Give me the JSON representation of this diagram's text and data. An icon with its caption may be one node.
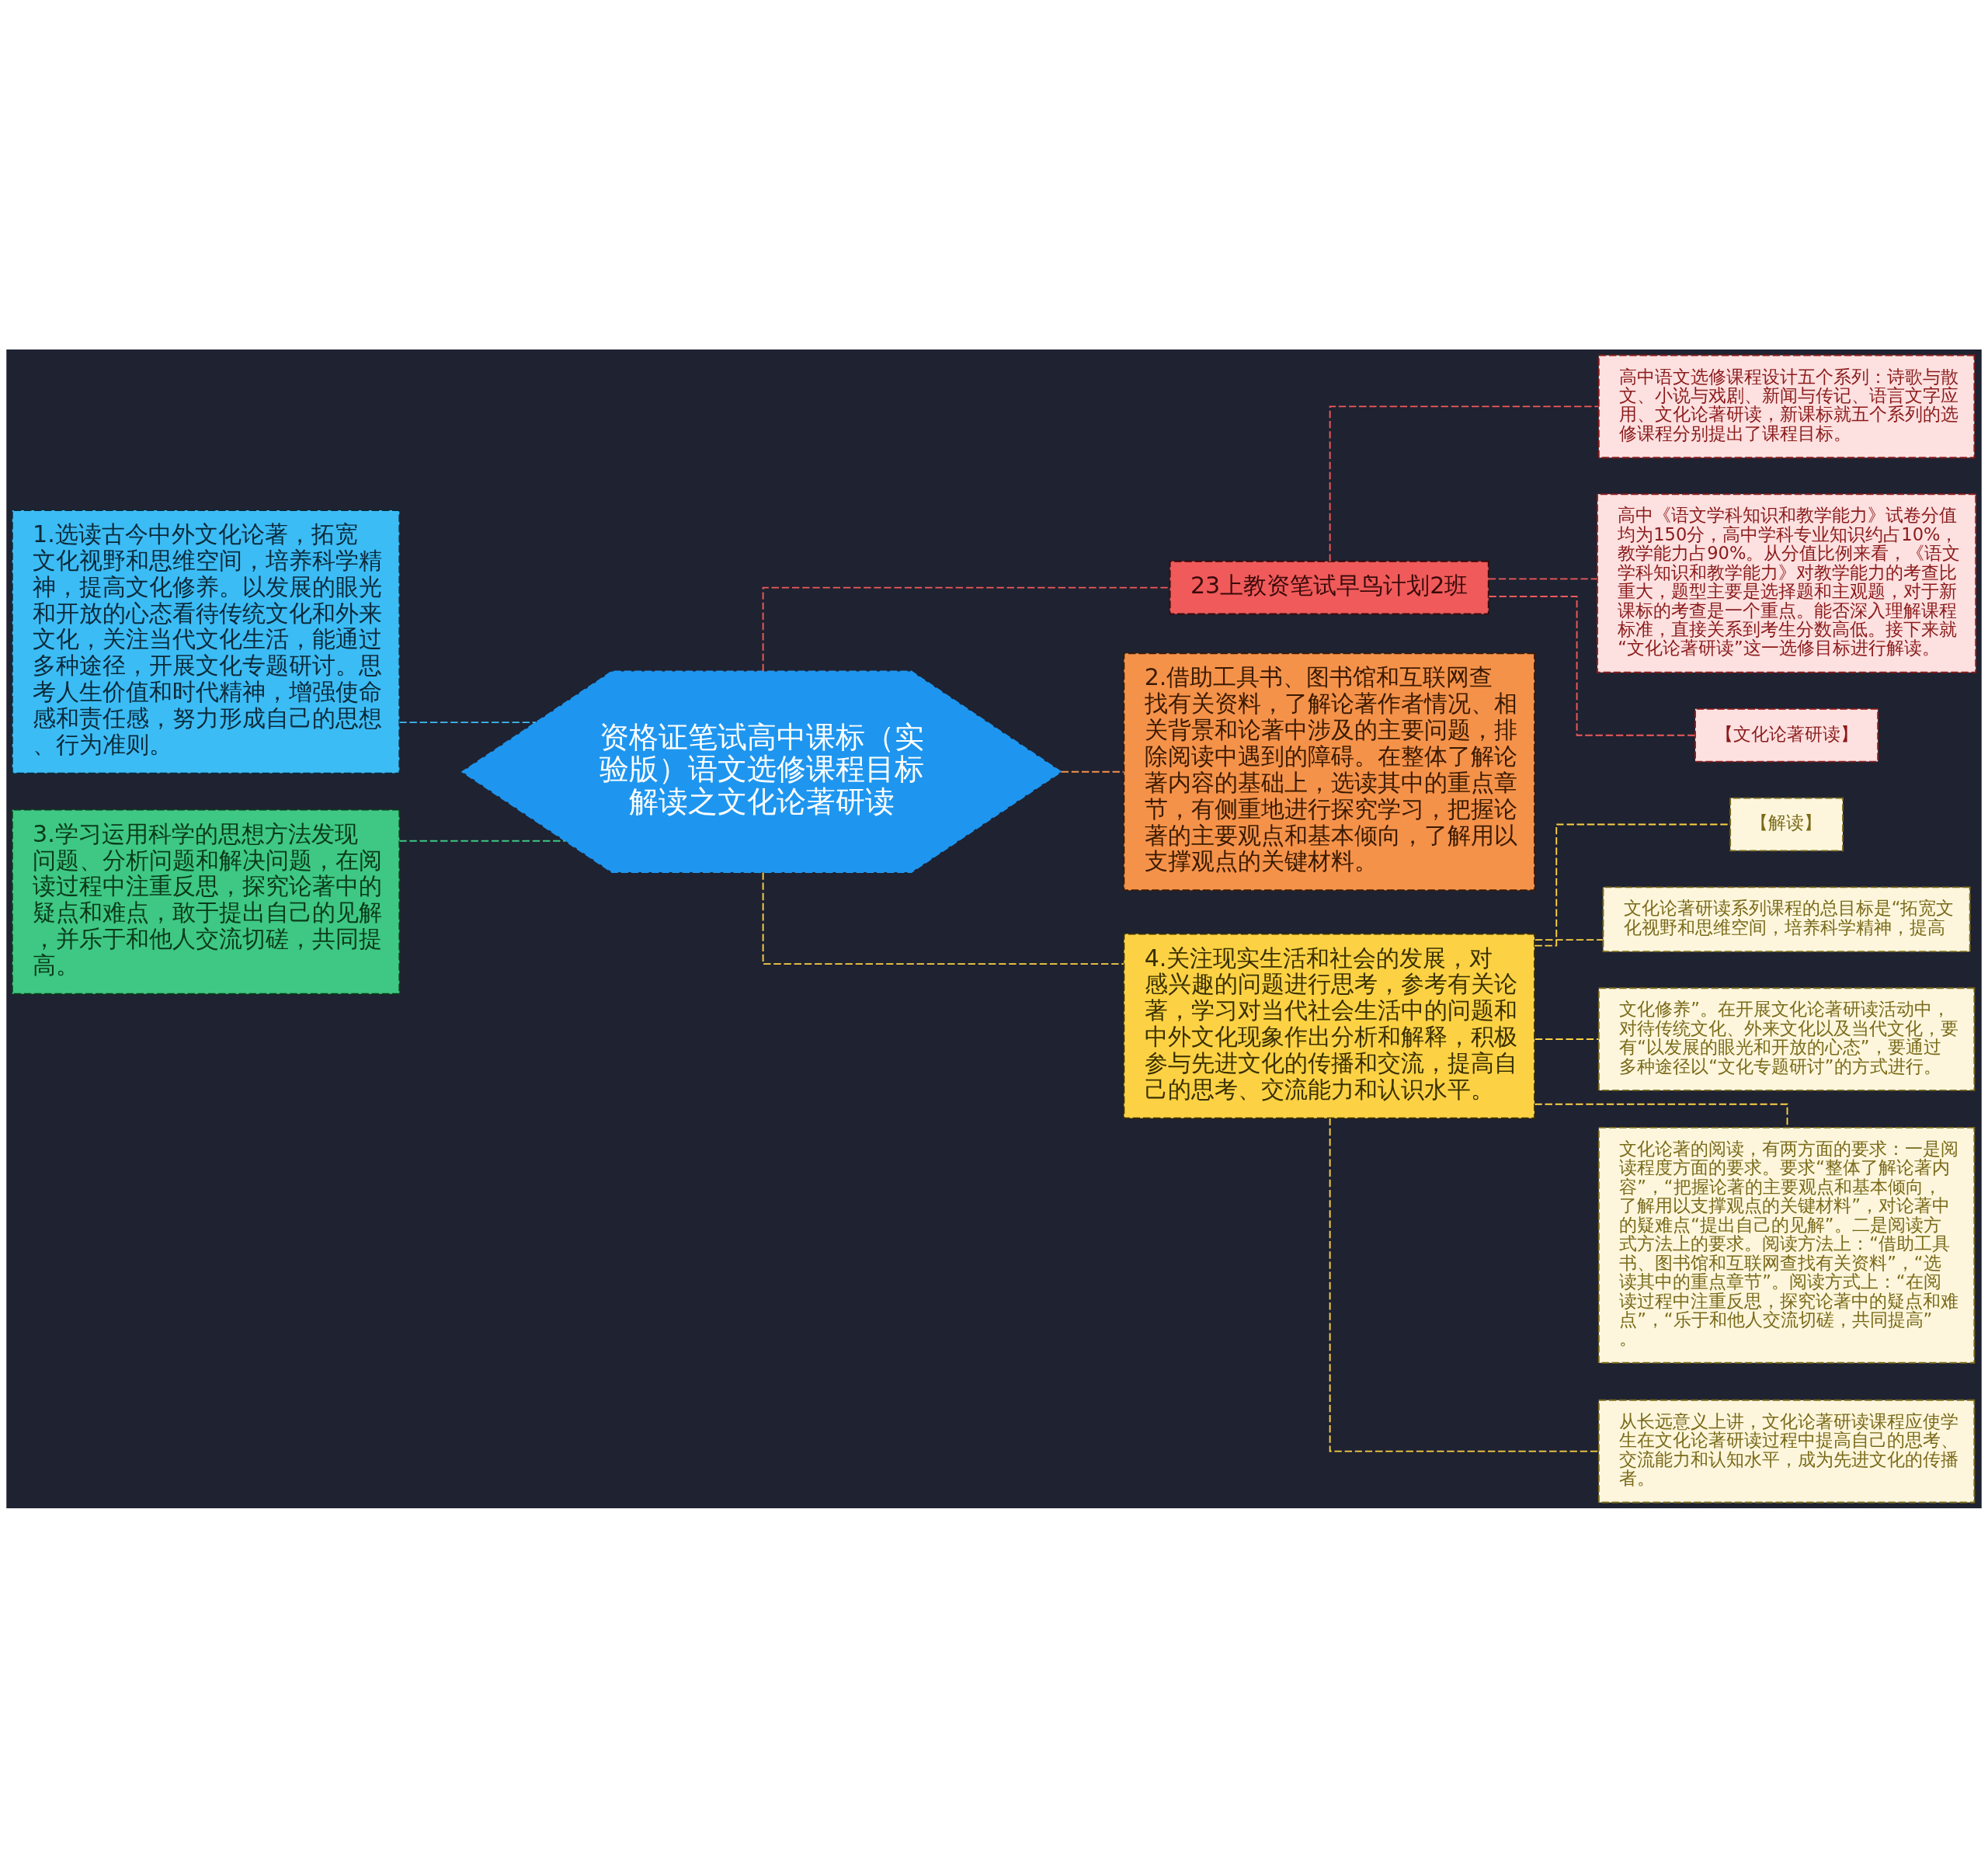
{
  "diagram": {
    "nodes": [
      {
        "text": [
          "资格证笔试高中课标（实验版）语文选修课程目标解读之文化论著研读"
        ]
      },
      {
        "text": [
          "23上教资笔试早鸟计划2班"
        ]
      },
      {
        "text": [
          "高中语文选修课程设计五个系列：诗歌与散文、小说与戏剧、新闻与传记、语言文字应用、文化论著研读，新课标就五个系列的选修课程分别提出了课程目标。"
        ]
      },
      {
        "text": [
          "高中《语文学科知识和教学能力》试卷分值均为150分，高中学科专业知识约占10%，教学能力占90%。从分值比例来看，《语文学科知识和教学能力》对教学能力的考查比重大，题型主要是选择题和主观题，对于新课标的考查是一个重点。能否深入理解课程标准，直接关系到考生分数高低。接下来就“文化论著研读”这一选修目标进行解读。"
        ]
      },
      {
        "text": [
          "【文化论著研读】"
        ]
      },
      {
        "text": [
          "2.借助工具书、图书馆和互联网查找有关资料，了解论著作者情况、相关背景和论著中涉及的主要问题，排除阅读中遇到的障碍。在整体了解论著内容的基础上，选读其中的重点章节，有侧重地进行探究学习，把握论著的主要观点和基本倾向，了解用以支撑观点的关键材料。"
        ]
      },
      {
        "text": [
          "4.关注现实生活和社会的发展，对感兴趣的问题进行思考，参考有关论著，学习对当代社会生活中的问题和中外文化现象作出分析和解释，积极参与先进文化的传播和交流，提高自己的思考、交流能力和认识水平。"
        ]
      },
      {
        "text": [
          "【解读】"
        ]
      },
      {
        "text": [
          "文化论著研读系列课程的总目标是“拓宽文化视野和思维空间，培养科学精神，提高"
        ]
      },
      {
        "text": [
          "文化修养”。在开展文化论著研读活动中，对待传统文化、外来文化以及当代文化，要有“以发展的眼光和开放的心态”，要通过多种途径以“文化专题研讨”的方式进行。"
        ]
      },
      {
        "text": [
          "文化论著的阅读，有两方面的要求：一是阅读程度方面的要求。要求“整体了解论著内容”，“把握论著的主要观点和基本倾向，了解用以支撑观点的关键材料”，对论著中的疑难点“提出自己的见解”。二是阅读方式方法上的要求。阅读方法上：“借助工具书、图书馆和互联网查找有关资料”，“选读其中的重点章节”。阅读方式上：“在阅读过程中注重反思，探究论著中的疑点和难点”，“乐于和他人交流切磋，共同提高”。"
        ]
      },
      {
        "text": [
          "从长远意义上讲，文化论著研读课程应使学生在文化论著研读过程中提高自己的思考、交流能力和认知水平，成为先进文化的传播者。"
        ]
      },
      {
        "text": [
          "1.选读古今中外文化论著，拓宽文化视野和思维空间，培养科学精神，提高文化修养。以发展的眼光和开放的心态看待传统文化和外来文化，关注当代文化生活，能通过多种途径，开展文化专题研讨。思考人生价值和时代精神，增强使命感和责任感，努力形成自己的思想、行为准则。"
        ]
      },
      {
        "text": [
          "3.学习运用科学的思想方法发现问题、分析问题和解决问题，在阅读过程中注重反思，探究论著中的疑点和难点，敢于提出自己的见解，并乐于和他人交流切磋，共同提高。"
        ]
      }
    ],
    "edges": [
      {
        "from": 0,
        "to": 1,
        "arrow": "none",
        "style": "dashed",
        "color": "#f05a5a"
      },
      {
        "from": 1,
        "to": 2,
        "arrow": "none",
        "style": "dashed",
        "color": "#f05a5a"
      },
      {
        "from": 1,
        "to": 3,
        "arrow": "none",
        "style": "dashed",
        "color": "#f05a5a"
      },
      {
        "from": 1,
        "to": 4,
        "arrow": "none",
        "style": "dashed",
        "color": "#f05a5a"
      },
      {
        "from": 0,
        "to": 5,
        "arrow": "none",
        "style": "dashed",
        "color": "#f5924a"
      },
      {
        "from": 0,
        "to": 6,
        "arrow": "none",
        "style": "dashed",
        "color": "#fcd244"
      },
      {
        "from": 6,
        "to": 7,
        "arrow": "none",
        "style": "dashed",
        "color": "#fcd244"
      },
      {
        "from": 6,
        "to": 8,
        "arrow": "none",
        "style": "dashed",
        "color": "#fcd244"
      },
      {
        "from": 6,
        "to": 9,
        "arrow": "none",
        "style": "dashed",
        "color": "#fcd244"
      },
      {
        "from": 6,
        "to": 10,
        "arrow": "none",
        "style": "dashed",
        "color": "#fcd244"
      },
      {
        "from": 6,
        "to": 11,
        "arrow": "none",
        "style": "dashed",
        "color": "#fcd244"
      },
      {
        "from": 0,
        "to": 12,
        "arrow": "none",
        "style": "dashed",
        "color": "#3cbcf5"
      },
      {
        "from": 0,
        "to": 13,
        "arrow": "none",
        "style": "dashed",
        "color": "#3ec884"
      }
    ]
  }
}
